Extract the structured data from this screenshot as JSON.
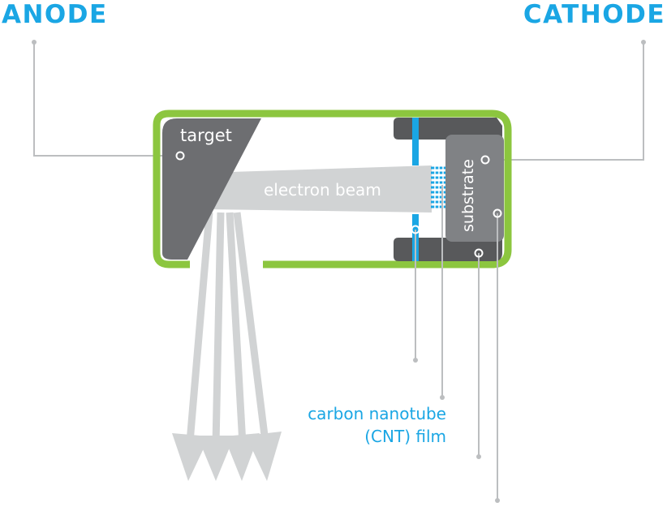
{
  "labels": {
    "anode": "ANODE",
    "cathode": "CATHODE",
    "target": "target",
    "electron_beam": "electron beam",
    "substrate": "substrate",
    "cnt_line1": "carbon nanotube",
    "cnt_line2": "(CNT) film"
  },
  "colors": {
    "accent_blue": "#1aa6e4",
    "housing_green": "#8cc63f",
    "dark_gray": "#6d6e71",
    "beam_gray": "#d1d3d4",
    "substrate_gray": "#808285",
    "leader_gray": "#bcbec0"
  }
}
